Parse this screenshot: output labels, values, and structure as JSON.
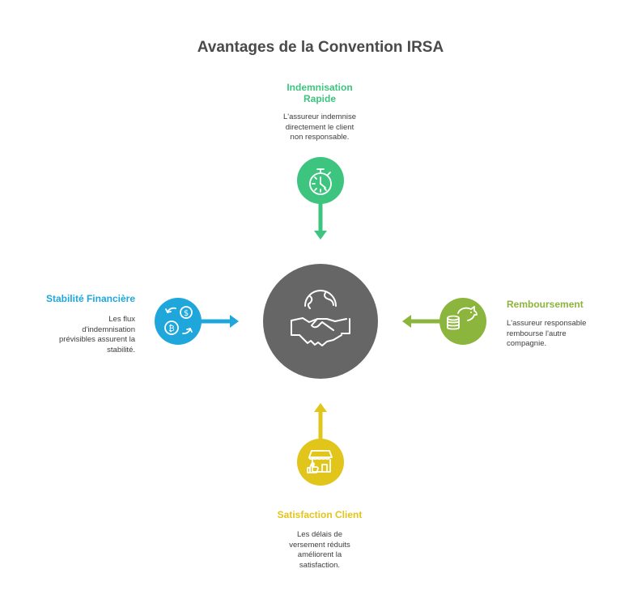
{
  "title": "Avantages de la Convention IRSA",
  "colors": {
    "green": "#3dc47e",
    "blue": "#1fa7dc",
    "olive": "#8bb53c",
    "yellow": "#e2c51b",
    "center": "#666666"
  },
  "nodes": {
    "top": {
      "title_line1": "Indemnisation",
      "title_line2": "Rapide",
      "desc_line1": "L'assureur indemnise",
      "desc_line2": "directement le client",
      "desc_line3": "non responsable.",
      "icon": "stopwatch-icon"
    },
    "left": {
      "title": "Stabilité Financière",
      "desc_line1": "Les flux",
      "desc_line2": "d'indemnisation",
      "desc_line3": "prévisibles assurent la",
      "desc_line4": "stabilité.",
      "icon": "crypto-exchange-icon"
    },
    "right": {
      "title": "Remboursement",
      "desc_line1": "L'assureur responsable",
      "desc_line2": "rembourse l'autre",
      "desc_line3": "compagnie.",
      "icon": "piggy-bank-icon"
    },
    "bottom": {
      "title": "Satisfaction Client",
      "desc_line1": "Les délais de",
      "desc_line2": "versement réduits",
      "desc_line3": "améliorent la",
      "desc_line4": "satisfaction.",
      "icon": "storefront-thumbs-up-icon"
    },
    "center": {
      "icon": "global-handshake-icon"
    }
  }
}
